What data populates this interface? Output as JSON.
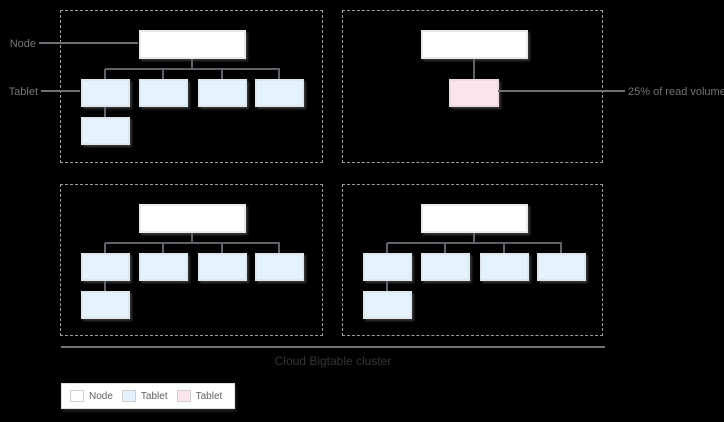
{
  "caption": "Cloud Bigtable cluster",
  "callouts": {
    "node": "Node",
    "tablet": "Tablet",
    "read_volume": "25% of read volume"
  },
  "legend": {
    "items": [
      {
        "label": "Node",
        "color": "#ffffff"
      },
      {
        "label": "Tablet",
        "color": "#e3f2fd"
      },
      {
        "label": "Tablet",
        "color": "#fce4ec"
      }
    ]
  },
  "colors": {
    "background": "#000000",
    "node_fill": "#ffffff",
    "tablet_fill": "#e3f2fd",
    "hot_tablet_fill": "#fce4ec",
    "dashed_border": "#9e9e9e",
    "connector": "#5f6368",
    "callout_text": "#757575",
    "caption_text": "#333538"
  },
  "cluster": {
    "name": "Cloud Bigtable cluster",
    "node_groups": [
      {
        "id": "group-1",
        "nodes": 1,
        "tablets": 5,
        "hot_tablets": 0
      },
      {
        "id": "group-2",
        "nodes": 1,
        "tablets": 0,
        "hot_tablets": 1,
        "annotation": "25% of read volume"
      },
      {
        "id": "group-3",
        "nodes": 1,
        "tablets": 5,
        "hot_tablets": 0
      },
      {
        "id": "group-4",
        "nodes": 1,
        "tablets": 5,
        "hot_tablets": 0
      }
    ]
  }
}
